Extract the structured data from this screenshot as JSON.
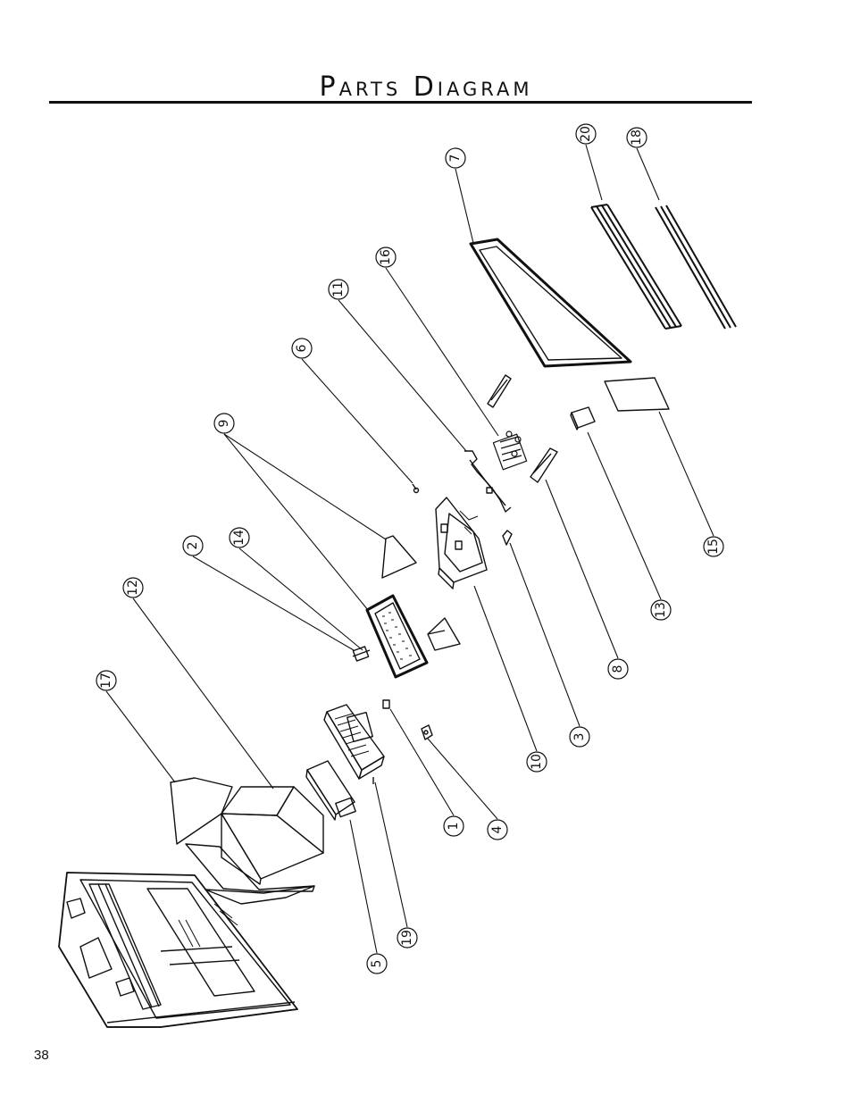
{
  "page": {
    "title": "Parts Diagram",
    "page_number": "38"
  },
  "callouts": [
    {
      "id": "c1",
      "label": "1"
    },
    {
      "id": "c2",
      "label": "2"
    },
    {
      "id": "c3",
      "label": "3"
    },
    {
      "id": "c4",
      "label": "4"
    },
    {
      "id": "c5",
      "label": "5"
    },
    {
      "id": "c6",
      "label": "6"
    },
    {
      "id": "c7",
      "label": "7"
    },
    {
      "id": "c8",
      "label": "8"
    },
    {
      "id": "c9",
      "label": "9"
    },
    {
      "id": "c10",
      "label": "10"
    },
    {
      "id": "c11",
      "label": "11"
    },
    {
      "id": "c12",
      "label": "12"
    },
    {
      "id": "c13",
      "label": "13"
    },
    {
      "id": "c14",
      "label": "14"
    },
    {
      "id": "c15",
      "label": "15"
    },
    {
      "id": "c16",
      "label": "16"
    },
    {
      "id": "c17",
      "label": "17"
    },
    {
      "id": "c18",
      "label": "18"
    },
    {
      "id": "c19",
      "label": "19"
    },
    {
      "id": "c20",
      "label": "20"
    }
  ],
  "colors": {
    "ink": "#111111",
    "paper": "#ffffff"
  }
}
